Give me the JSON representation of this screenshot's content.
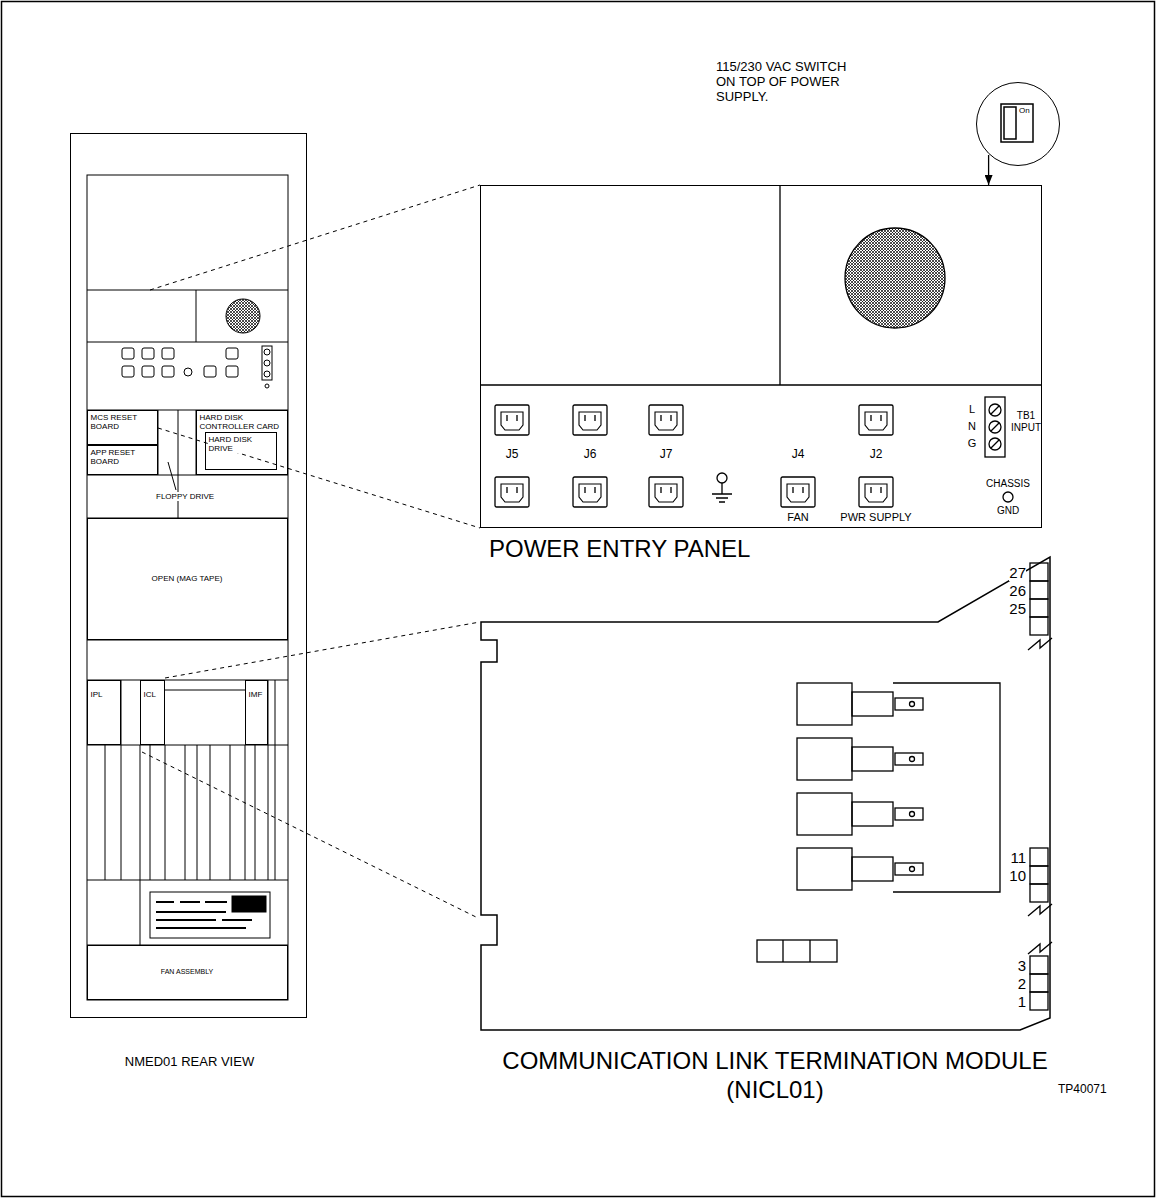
{
  "diagram": {
    "nodes": [
      {
        "text": [
          "NMED01 REAR VIEW"
        ]
      },
      {
        "text": [
          "MCS RESET BOARD"
        ],
        "in": 0
      },
      {
        "text": [
          "APP RESET BOARD"
        ],
        "in": 0
      },
      {
        "text": [
          "HARD DISK CONTROLLER CARD"
        ],
        "in": 0
      },
      {
        "text": [
          "HARD DISK DRIVE"
        ],
        "in": 3
      },
      {
        "text": [
          "OPEN (MAG TAPE)"
        ],
        "in": 0
      },
      {
        "text": [
          "IPL"
        ],
        "in": 0
      },
      {
        "text": [
          "ICL"
        ],
        "in": 0
      },
      {
        "text": [
          "IMF"
        ],
        "in": 0
      },
      {
        "text": [
          "FAN ASSEMBLY"
        ],
        "in": 0
      },
      {
        "text": [
          "On"
        ]
      },
      {
        "text": [
          "POWER ENTRY PANEL"
        ]
      },
      {
        "text": [
          "COMMUNICATION LINK TERMINATION MODULE (NICL01)"
        ]
      }
    ],
    "edges": [
      {
        "from": 10,
        "to": 11,
        "arrow": "to"
      }
    ],
    "labels": [
      "FLOPPY DRIVE",
      "115/230 VAC SWITCH ON TOP OF POWER SUPPLY.",
      "J5",
      "J6",
      "J7",
      "J4",
      "J2",
      "FAN",
      "PWR SUPPLY",
      "L",
      "N",
      "G",
      "TB1 INPUT",
      "CHASSIS",
      "GND",
      "27",
      "26",
      "25",
      "11",
      "10",
      "3",
      "2",
      "1",
      "TP40071"
    ]
  }
}
